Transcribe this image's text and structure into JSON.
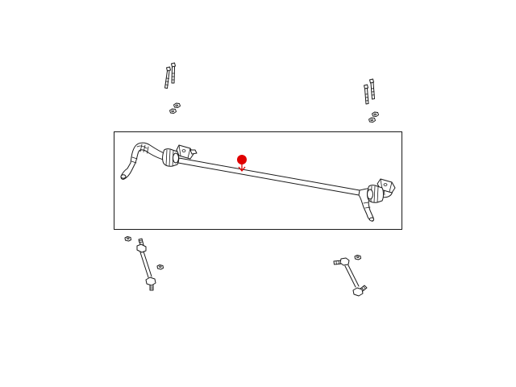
{
  "diagram": {
    "highlight_color": "#e00000",
    "line_color": "#1a1a1a",
    "background_color": "#ffffff",
    "parts": [
      "stabilizer-bar",
      "stabilizer-bar-bushing-left",
      "stabilizer-bar-bushing-right",
      "bushing-bolts-left",
      "bushing-bolts-right",
      "bushing-nuts-left",
      "bushing-nuts-right",
      "stabilizer-link-left",
      "stabilizer-link-right"
    ],
    "icons": {
      "callout": "location-pin-icon"
    }
  }
}
